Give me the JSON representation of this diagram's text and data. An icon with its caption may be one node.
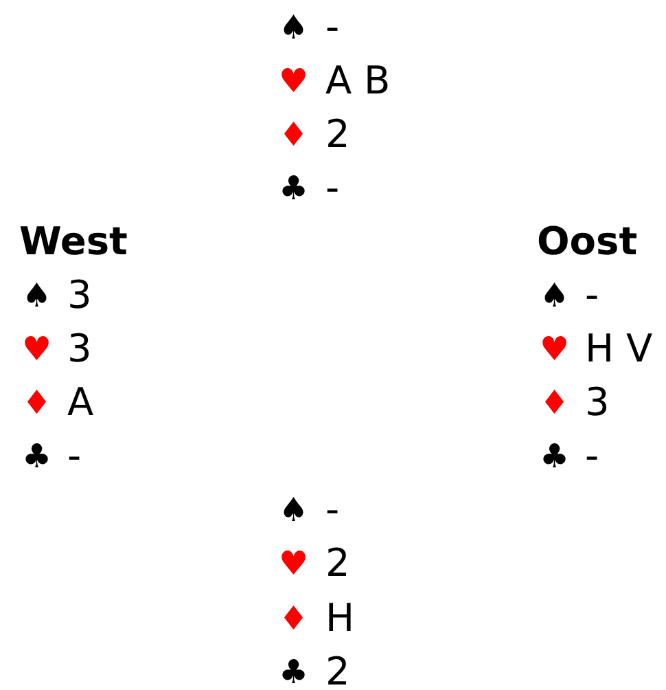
{
  "diagram": {
    "labels": [
      "♠",
      "-",
      "♥",
      "A B",
      "♦",
      "2",
      "♣",
      "-",
      "West",
      "Oost",
      "♠",
      "3",
      "♠",
      "-",
      "♥",
      "3",
      "♥",
      "H V",
      "♦",
      "A",
      "♦",
      "3",
      "♣",
      "-",
      "♣",
      "-",
      "♠",
      "-",
      "♥",
      "2",
      "♦",
      "H",
      "♣",
      "2"
    ]
  }
}
